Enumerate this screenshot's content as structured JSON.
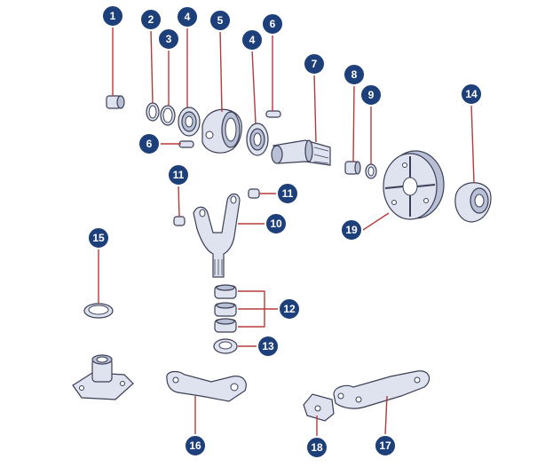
{
  "callouts": [
    {
      "id": "c1",
      "label": "1"
    },
    {
      "id": "c2",
      "label": "2"
    },
    {
      "id": "c3",
      "label": "3"
    },
    {
      "id": "c4a",
      "label": "4"
    },
    {
      "id": "c5",
      "label": "5"
    },
    {
      "id": "c6a",
      "label": "6"
    },
    {
      "id": "c4b",
      "label": "4"
    },
    {
      "id": "c7",
      "label": "7"
    },
    {
      "id": "c8",
      "label": "8"
    },
    {
      "id": "c9",
      "label": "9"
    },
    {
      "id": "c14",
      "label": "14"
    },
    {
      "id": "c6b",
      "label": "6"
    },
    {
      "id": "c11a",
      "label": "11"
    },
    {
      "id": "c11b",
      "label": "11"
    },
    {
      "id": "c10",
      "label": "10"
    },
    {
      "id": "c19",
      "label": "19"
    },
    {
      "id": "c15",
      "label": "15"
    },
    {
      "id": "c12",
      "label": "12"
    },
    {
      "id": "c13",
      "label": "13"
    },
    {
      "id": "c16",
      "label": "16"
    },
    {
      "id": "c18",
      "label": "18"
    },
    {
      "id": "c17",
      "label": "17"
    }
  ],
  "colors": {
    "badge": "#1d3f7a",
    "leader": "#b53a3a",
    "part_fill": "#dfe3ef",
    "outline": "#3a3f55"
  }
}
